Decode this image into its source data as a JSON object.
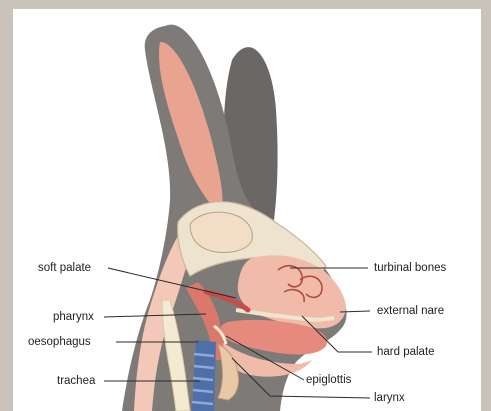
{
  "diagram": {
    "labels": {
      "soft_palate": "soft palate",
      "pharynx": "pharynx",
      "oesophagus": "oesophagus",
      "trachea": "trachea",
      "turbinal_bones": "turbinal bones",
      "external_nare": "external nare",
      "hard_palate": "hard palate",
      "epiglottis": "epiglottis",
      "larynx": "larynx"
    },
    "colors": {
      "fur": "#7d7a77",
      "ear_inner": "#e9a391",
      "muscle": "#e58a7c",
      "bone": "#eee3cf",
      "cartilage": "#4f6fa8",
      "frame": "#c9c3bc"
    }
  }
}
